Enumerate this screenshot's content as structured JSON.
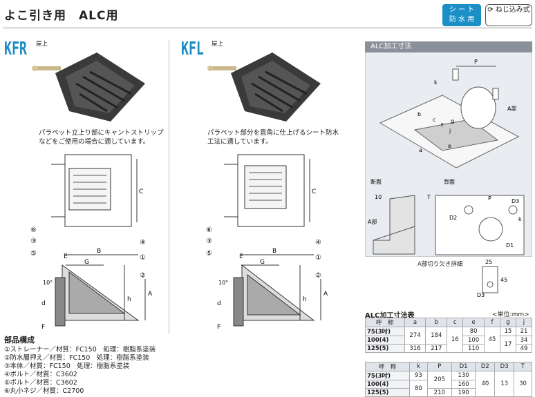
{
  "header": {
    "title": "よこ引き用　ALC用",
    "badge_sheet": [
      "シ ー ト",
      "防 水 用"
    ],
    "badge_screw": "ねじ込み式"
  },
  "products": [
    {
      "code": "KFR",
      "location": "屋上",
      "desc": [
        "パラペット立上り部にキャントストリップ",
        "などをご使用の場合に適しています。"
      ]
    },
    {
      "code": "KFL",
      "location": "屋上",
      "desc": [
        "パラペット部分を直角に仕上げるシート防水",
        "工法に適しています。"
      ]
    }
  ],
  "drawing_labels": {
    "C": "C",
    "B": "B",
    "E": "E",
    "G": "G",
    "A": "A",
    "h": "h",
    "d": "d",
    "F": "F",
    "ten": "10°",
    "callouts": [
      "⑥",
      "③",
      "⑤",
      "④",
      "①",
      "②"
    ]
  },
  "alc_panel": {
    "title": "ALC加工寸法",
    "section_label": "断面",
    "back_label": "背面",
    "part_a": "A部",
    "cut_detail": "A部切り欠き詳細",
    "labels": {
      "P": "P",
      "k": "k",
      "b": "b",
      "c": "c",
      "f": "f",
      "g": "g",
      "j": "j",
      "e": "e",
      "a": "a",
      "D1": "D1",
      "D2": "D2",
      "D3": "D3",
      "T": "T",
      "ten": "10",
      "twentyfive": "25",
      "fortyfive": "45"
    }
  },
  "table1": {
    "title": "ALC加工寸法表",
    "unit": "<単位:mm>",
    "headers": [
      "呼　称",
      "a",
      "b",
      "c",
      "e",
      "f",
      "g",
      "j"
    ],
    "rows": [
      [
        "75(3吋)",
        "274",
        "184",
        "",
        "80",
        "",
        "15",
        "21"
      ],
      [
        "100(4)",
        "",
        "",
        "16",
        "100",
        "45",
        "17",
        "34"
      ],
      [
        "125(5)",
        "316",
        "217",
        "",
        "110",
        "",
        "",
        "49"
      ]
    ]
  },
  "table2": {
    "headers": [
      "呼　称",
      "k",
      "P",
      "D1",
      "D2",
      "D3",
      "T"
    ],
    "rows": [
      [
        "75(3吋)",
        "93",
        "205",
        "130",
        "40",
        "13",
        "30"
      ],
      [
        "100(4)",
        "80",
        "",
        "160",
        "",
        "",
        ""
      ],
      [
        "125(5)",
        "",
        "210",
        "190",
        "",
        "",
        ""
      ]
    ]
  },
  "parts": {
    "heading": "部品構成",
    "items": [
      "①ストレーナー／材質：FC150　処理：樹脂系塗装",
      "②防水層押え／材質：FC150　処理：樹脂系塗装",
      "③本体／材質：FC150　処理：樹脂系塗装",
      "④ボルト／材質：C3602",
      "⑤ボルト／材質：C3602",
      "⑥丸小ネジ／材質：C2700"
    ]
  }
}
